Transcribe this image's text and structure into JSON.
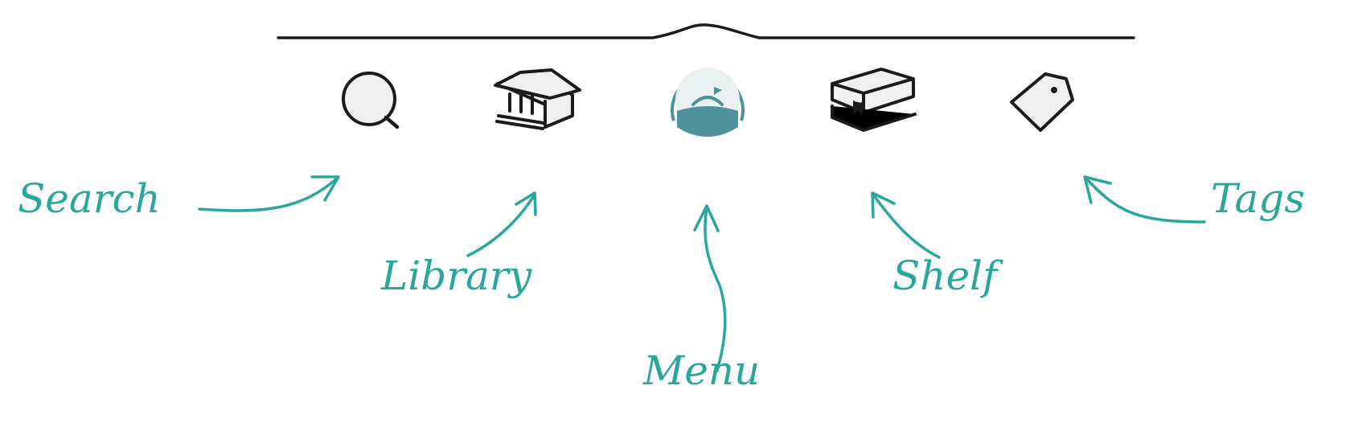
{
  "colors": {
    "accent": "#2aa79b",
    "ink": "#1b1b1b",
    "icon_fill": "#f0f0f0",
    "menu_fill": "#4f9299",
    "menu_light": "#e9f1f1"
  },
  "nav_bar": {
    "items": [
      {
        "label": "Search",
        "icon": "search-icon"
      },
      {
        "label": "Library",
        "icon": "library-building-icon"
      },
      {
        "label": "Menu",
        "icon": "menu-reader-icon"
      },
      {
        "label": "Shelf",
        "icon": "shelf-books-icon"
      },
      {
        "label": "Tags",
        "icon": "tag-icon"
      }
    ]
  }
}
